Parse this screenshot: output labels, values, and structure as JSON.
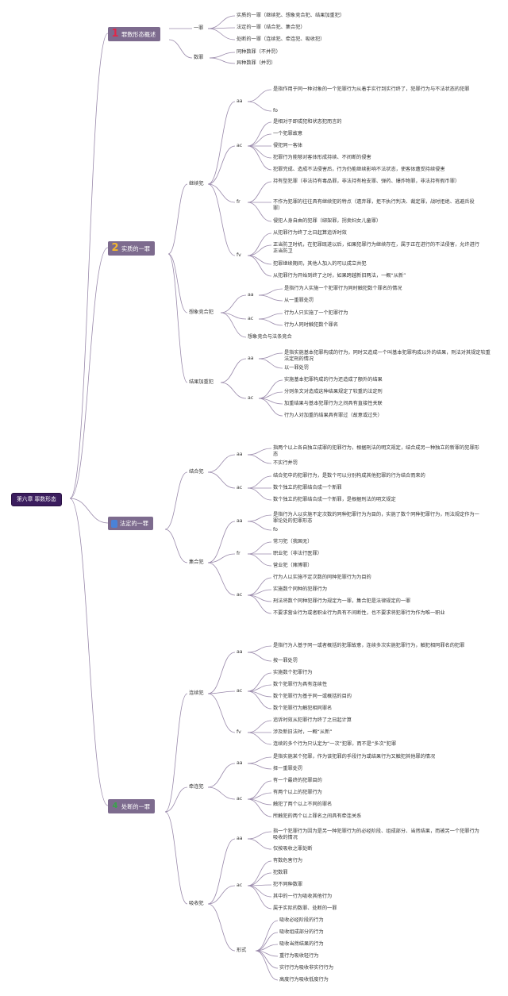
{
  "root": "第六章 罪数形态",
  "sections": [
    {
      "badge": "1",
      "title": "罪数形态概述"
    },
    {
      "badge": "2",
      "title": "实质的一罪"
    },
    {
      "badge": "3",
      "title": "法定的一罪"
    },
    {
      "badge": "4",
      "title": "处断的一罪"
    }
  ],
  "icons": {
    "s1": "number-one-icon",
    "s2": "number-two-icon",
    "s3": "number-three-icon",
    "s4": "number-four-icon"
  },
  "colors": {
    "line": "#9a8aab",
    "root_bg": "#3b1d5e",
    "section_bg": "#7d6b8e"
  },
  "gaishu": {
    "yizui": "一罪",
    "shuzui": "数罪",
    "y1": "实质的一罪（继续犯、想象竞合犯、结果加重犯）",
    "y2": "法定的一罪（结合犯、集合犯）",
    "y3": "处断的一罪（连续犯、牵连犯、吸收犯）",
    "s1": "同种数罪（不并罚）",
    "s2": "异种数罪（并罚）"
  },
  "shizhi": {
    "jixu": "继续犯",
    "jixu_aa": "aa",
    "jixu_aa1": "是指作用于同一种对象的一个犯罪行为从着手实行到实行终了，犯罪行为与不法状态的犯罪",
    "jixu_aa2": "fo",
    "jixu_ac": "ac",
    "jixu_ac1": "是相对于即成犯和状态犯而言的",
    "jixu_ac2": "一个犯罪故意",
    "jixu_ac3": "侵犯同一客体",
    "jixu_ac4": "犯罪行为能够对客体形成持续、不间断的侵害",
    "jixu_ac5": "犯罪完成、造成不法侵害后，行为仍能继续影响不法状态，使客体遭受持续侵害",
    "jixu_fr": "fr",
    "jixu_fr1": "持有型犯罪（非法持有毒品罪，非法持有枪支罪、弹药、爆炸物罪，非法持有假币罪）",
    "jixu_fr2": "不作为犯罪的往往具有继续犯的特点（遗弃罪，拒不执行判决、裁定罪，战时拒绝、逃避兵役罪）",
    "jixu_fr3": "侵犯人身自由的犯罪（绑架罪，拐卖妇女儿童罪）",
    "jixu_fv": "fv",
    "jixu_fv1": "从犯罪行为终了之日起算追诉时效",
    "jixu_fv2": "正当防卫时机，在犯罪既遂以后，如果犯罪行为继续存在，属于正在进行的不法侵害，允许进行正当防卫",
    "jixu_fv3": "犯罪继续期间，其他人加入的可以成立共犯",
    "jixu_fv4": "从犯罪行为开始到终了之时，如果跨越新旧两法，一概“从新”",
    "xiangxiang": "想象竞合犯",
    "xx_aa": "aa",
    "xx_aa1": "是指行为人实施一个犯罪行为同时触犯数个罪名的情况",
    "xx_aa2": "从一重罪处罚",
    "xx_ac": "ac",
    "xx_ac1": "行为人只实施了一个犯罪行为",
    "xx_ac2": "行为人同时触犯数个罪名",
    "xx_fa": "想象竞合与法条竞合",
    "jieguo": "结果加重犯",
    "jg_aa": "aa",
    "jg_aa1": "是指实施基本犯罪构成的行为，同时又造成一个叫基本犯罪构成以外的结果，刑法对其规定较重法定刑的情况",
    "jg_aa2": "以一罪处罚",
    "jg_ac": "ac",
    "jg_ac1": "实施基本犯罪构成的行为还造成了额外的结果",
    "jg_ac2": "分则条文对造成这种结果规定了较重的法定刑",
    "jg_ac3": "加重结果与基本犯罪行为之间具有直接性关联",
    "jg_ac4": "行为人对加重的结果具有罪过（故意或过失）"
  },
  "fading": {
    "jiehe": "结合犯",
    "jh_aa": "aa",
    "jh_aa1": "指两个以上各自独立成罪的犯罪行为，根据刑法的明文规定，结合成另一种独立的新罪的犯罪形态",
    "jh_aa2": "不实行并罚",
    "jh_ac": "ac",
    "jh_ac1": "结合犯中的犯罪行为，是数个可以分别构成其他犯罪的行为结合而来的",
    "jh_ac2": "数个独立的犯罪结合成一个新罪",
    "jh_ac3": "数个独立的犯罪结合成一个新罪，是根据刑法的明文规定",
    "jihe": "集合犯",
    "jhe_aa": "aa",
    "jhe_aa1": "是指行为人以实施不定次数的同种犯罪行为为目的，实施了数个同种犯罪行为，刑法规定作为一罪论处的犯罪形态",
    "jhe_aa2": "fo",
    "jhe_fr": "fr",
    "jhe_fr1": "常习犯（我国无）",
    "jhe_fr2": "职业犯（非法行医罪）",
    "jhe_fr3": "营业犯（赌博罪）",
    "jhe_ac": "ac",
    "jhe_ac1": "行为人以实施不定次数的同种犯罪行为为目的",
    "jhe_ac2": "实施数个同种的犯罪行为",
    "jhe_ac3": "刑法将数个同种犯罪行为规定为一罪，集合犯是法律规定的一罪",
    "jhe_ac4": "不要求营业行为或者职业行为具有不间断性，也不要求将犯罪行为作为唯一职业"
  },
  "chuduan": {
    "lianxu": "连续犯",
    "lx_aa": "aa",
    "lx_aa1": "是指行为人基于同一或者概括的犯罪故意，连续多次实施犯罪行为，触犯相同罪名的犯罪",
    "lx_aa2": "按一罪处罚",
    "lx_ac": "ac",
    "lx_ac1": "实施数个犯罪行为",
    "lx_ac2": "数个犯罪行为具有连续性",
    "lx_ac3": "数个犯罪行为基于同一或概括的目的",
    "lx_ac4": "数个犯罪行为触犯相同罪名",
    "lx_fv": "fv",
    "lx_fv1": "追诉时效从犯罪行为终了之日起计算",
    "lx_fv2": "涉及新旧法时，一概“从新”",
    "lx_fv3": "连续的多个行为只认定为“一次”犯罪，而不是“多次”犯罪",
    "qianlian": "牵连犯",
    "ql_aa": "aa",
    "ql_aa1": "是指实施某个犯罪，作为该犯罪的手段行为或结果行为又触犯其他罪的情况",
    "ql_aa2": "择一重罪处罚",
    "ql_ac": "ac",
    "ql_ac1": "有一个最终的犯罪目的",
    "ql_ac2": "有两个以上的犯罪行为",
    "ql_ac3": "触犯了两个以上不同的罪名",
    "ql_ac4": "所触犯的两个以上罪名之间具有牵连关系",
    "xishou": "吸收犯",
    "xs_aa": "aa",
    "xs_aa1": "指一个犯罪行为因为是另一种犯罪行为的必经阶段、组成部分、当然结果，而被另一个犯罪行为吸收的情况",
    "xs_aa2": "仅按吸收之罪处断",
    "xs_ac": "ac",
    "xs_ac1": "有数危害行为",
    "xs_ac2": "犯数罪",
    "xs_ac3": "犯不同种数罪",
    "xs_ac4": "其中的一行为吸收其他行为",
    "xs_ac5": "属于实际的数罪、处断的一罪",
    "xs_xs": "形式",
    "xs_xs1": "吸收必经阶段的行为",
    "xs_xs2": "吸收组成部分的行为",
    "xs_xs3": "吸收当然结果的行为",
    "xs_xs4": "重行为吸收轻行为",
    "xs_xs5": "实行行为吸收非实行行为",
    "xs_xs6": "高度行为吸收低度行为"
  }
}
